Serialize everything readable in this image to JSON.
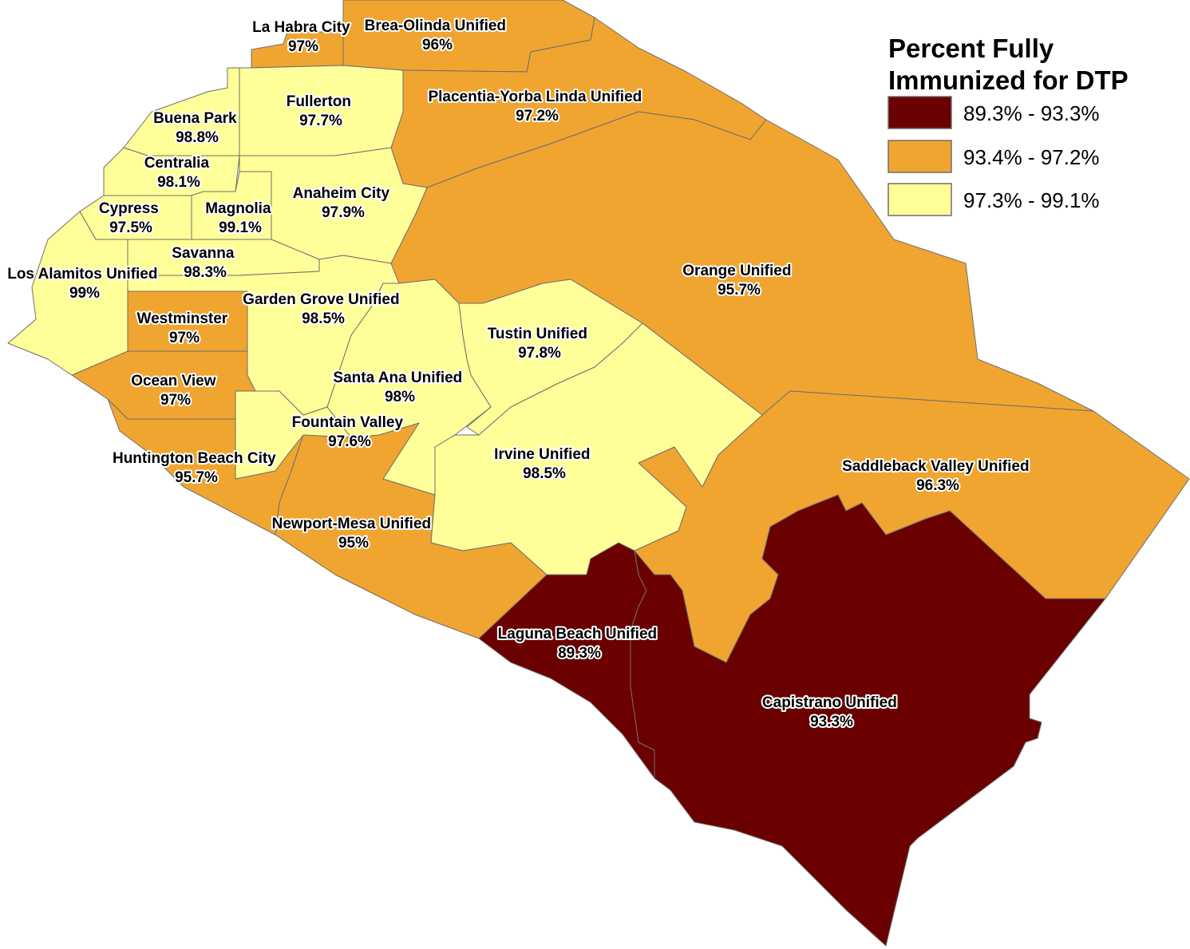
{
  "legend": {
    "title_line1": "Percent Fully",
    "title_line2": "Immunized for DTP",
    "classes": [
      {
        "label": "89.3% - 93.3%",
        "color": "#6b0000"
      },
      {
        "label": "93.4% - 97.2%",
        "color": "#f0a530"
      },
      {
        "label": "97.3% - 99.1%",
        "color": "#ffff99"
      }
    ]
  },
  "districts": [
    {
      "id": "la-habra-city",
      "name": "La Habra City",
      "value": "97%",
      "class": 1
    },
    {
      "id": "brea-olinda-unified",
      "name": "Brea-Olinda Unified",
      "value": "96%",
      "class": 1
    },
    {
      "id": "fullerton",
      "name": "Fullerton",
      "value": "97.7%",
      "class": 2
    },
    {
      "id": "placentia-yorba-linda-unified",
      "name": "Placentia-Yorba Linda Unified",
      "value": "97.2%",
      "class": 1
    },
    {
      "id": "buena-park",
      "name": "Buena Park",
      "value": "98.8%",
      "class": 2
    },
    {
      "id": "centralia",
      "name": "Centralia",
      "value": "98.1%",
      "class": 2
    },
    {
      "id": "anaheim-city",
      "name": "Anaheim City",
      "value": "97.9%",
      "class": 2
    },
    {
      "id": "cypress",
      "name": "Cypress",
      "value": "97.5%",
      "class": 2
    },
    {
      "id": "magnolia",
      "name": "Magnolia",
      "value": "99.1%",
      "class": 2
    },
    {
      "id": "savanna",
      "name": "Savanna",
      "value": "98.3%",
      "class": 2
    },
    {
      "id": "los-alamitos-unified",
      "name": "Los Alamitos Unified",
      "value": "99%",
      "class": 2
    },
    {
      "id": "orange-unified",
      "name": "Orange Unified",
      "value": "95.7%",
      "class": 1
    },
    {
      "id": "garden-grove-unified",
      "name": "Garden Grove Unified",
      "value": "98.5%",
      "class": 2
    },
    {
      "id": "westminster",
      "name": "Westminster",
      "value": "97%",
      "class": 1
    },
    {
      "id": "tustin-unified",
      "name": "Tustin Unified",
      "value": "97.8%",
      "class": 2
    },
    {
      "id": "ocean-view",
      "name": "Ocean View",
      "value": "97%",
      "class": 1
    },
    {
      "id": "santa-ana-unified",
      "name": "Santa Ana Unified",
      "value": "98%",
      "class": 2
    },
    {
      "id": "fountain-valley",
      "name": "Fountain Valley",
      "value": "97.6%",
      "class": 2
    },
    {
      "id": "irvine-unified",
      "name": "Irvine Unified",
      "value": "98.5%",
      "class": 2
    },
    {
      "id": "huntington-beach-city",
      "name": "Huntington Beach City",
      "value": "95.7%",
      "class": 1
    },
    {
      "id": "saddleback-valley-unified",
      "name": "Saddleback Valley Unified",
      "value": "96.3%",
      "class": 1
    },
    {
      "id": "newport-mesa-unified",
      "name": "Newport-Mesa Unified",
      "value": "95%",
      "class": 1
    },
    {
      "id": "laguna-beach-unified",
      "name": "Laguna Beach Unified",
      "value": "89.3%",
      "class": 0
    },
    {
      "id": "capistrano-unified",
      "name": "Capistrano Unified",
      "value": "93.3%",
      "class": 0
    }
  ]
}
